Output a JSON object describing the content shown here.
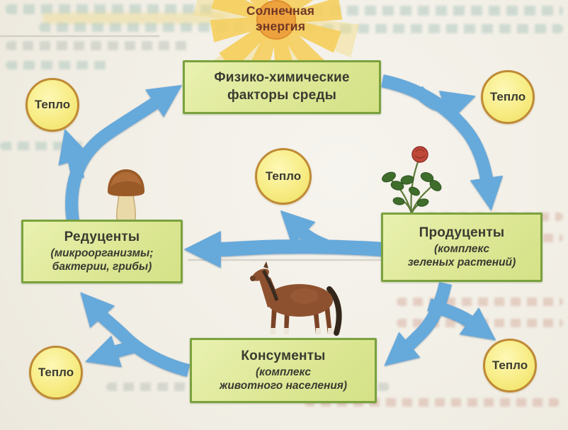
{
  "diagram": {
    "sun_label": {
      "line1": "Солнечная",
      "line2": "энергия"
    },
    "heat_label": "Тепло",
    "nodes": {
      "factors": {
        "line1": "Физико-химические",
        "line2": "факторы среды"
      },
      "producers": {
        "title": "Продуценты",
        "sub1": "(комплекс",
        "sub2": "зеленых растений)"
      },
      "consumers": {
        "title": "Консументы",
        "sub1": "(комплекс",
        "sub2": "животного населения)"
      },
      "reducers": {
        "title": "Редуценты",
        "sub1": "(микроорганизмы;",
        "sub2": "бактерии, грибы)"
      }
    },
    "illustrations": [
      {
        "name": "sun-icon"
      },
      {
        "name": "mushroom-illustration"
      },
      {
        "name": "rose-plant-illustration"
      },
      {
        "name": "horse-illustration"
      }
    ],
    "colors": {
      "arrow_blue": "#66a9db",
      "box_fill": "#dde795",
      "box_border": "#7aa23e",
      "heat_fill": "#f7ec84",
      "heat_border": "#bf8a35",
      "sun_core": "#eda23e",
      "sun_ray": "#f6cf5e",
      "sun_text": "#713626",
      "paper": "#f1eee5"
    }
  }
}
